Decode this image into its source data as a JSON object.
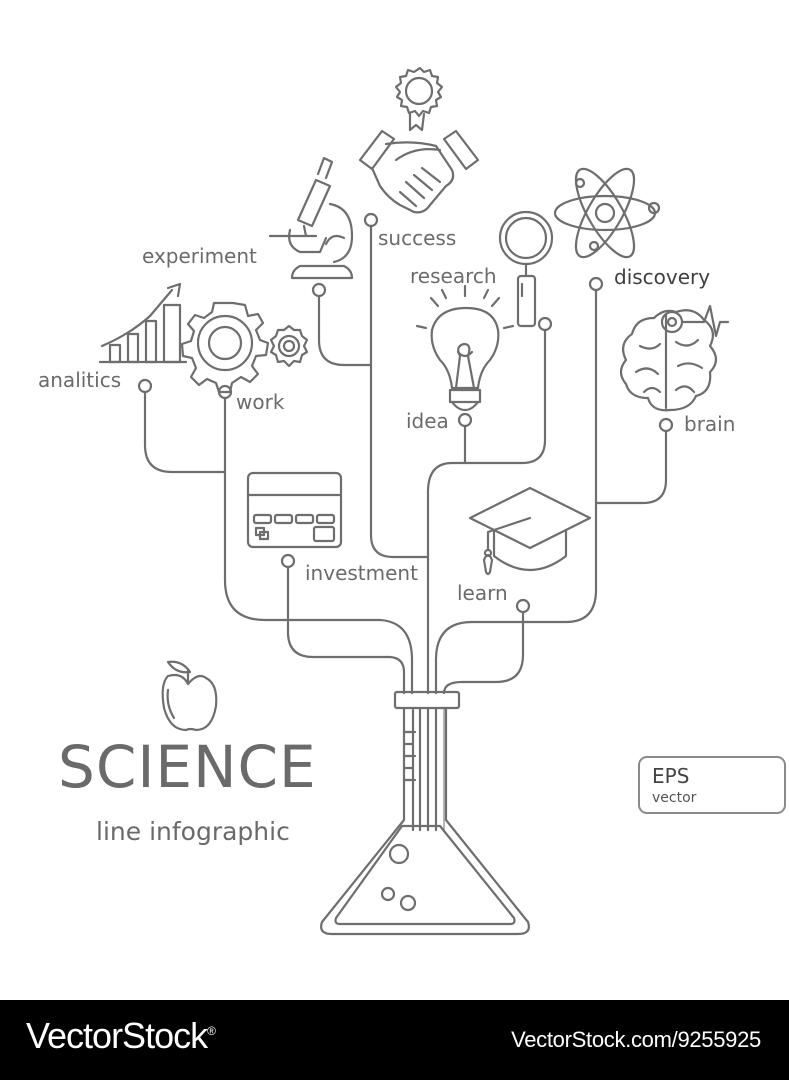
{
  "labels": {
    "experiment": "experiment",
    "success": "success",
    "research": "research",
    "discovery": "discovery",
    "analitics": "analitics",
    "work": "work",
    "idea": "idea",
    "brain": "brain",
    "investment": "investment",
    "learn": "learn"
  },
  "title": "SCIENCE",
  "subtitle": "line infographic",
  "badge": {
    "title": "EPS",
    "subtitle": "vector"
  },
  "footer": {
    "brand": "VectorStock",
    "registered_mark": "®",
    "url": "VectorStock.com/9255925"
  },
  "colors": {
    "line": "#6e6e6e",
    "text": "#6b6b6b",
    "footer_bg": "#000000",
    "footer_text": "#ffffff"
  },
  "icons": [
    "award-icon",
    "handshake-icon",
    "microscope-icon",
    "magnifier-icon",
    "atom-icon",
    "growth-chart-icon",
    "gears-icon",
    "lightbulb-icon",
    "brain-icon",
    "credit-card-icon",
    "graduation-cap-icon",
    "apple-icon",
    "flask-icon"
  ]
}
